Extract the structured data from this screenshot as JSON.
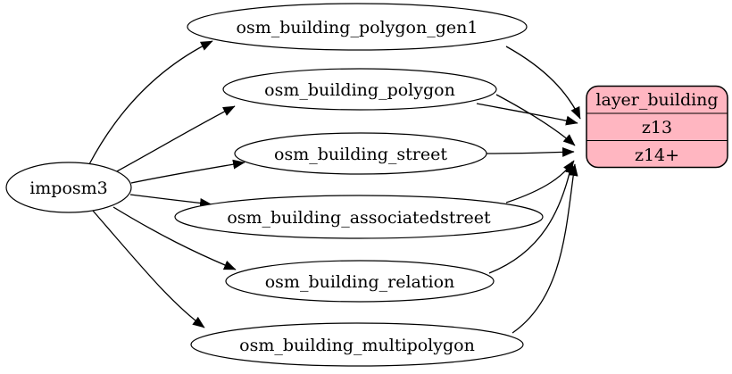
{
  "diagram": {
    "kind": "etl-graph",
    "background_color": "#ffffff",
    "edge_color": "#000000",
    "text_color": "#000000",
    "source": {
      "label": "imposm3"
    },
    "tables": [
      {
        "label": "osm_building_polygon_gen1"
      },
      {
        "label": "osm_building_polygon"
      },
      {
        "label": "osm_building_street"
      },
      {
        "label": "osm_building_associatedstreet"
      },
      {
        "label": "osm_building_relation"
      },
      {
        "label": "osm_building_multipolygon"
      }
    ],
    "layer": {
      "title": "layer_building",
      "rows": [
        {
          "label": "z13"
        },
        {
          "label": "z14+"
        }
      ],
      "fill_color": "#FFB6C1"
    },
    "edges": [
      {
        "from": "imposm3",
        "to": "osm_building_polygon_gen1"
      },
      {
        "from": "imposm3",
        "to": "osm_building_polygon"
      },
      {
        "from": "imposm3",
        "to": "osm_building_street"
      },
      {
        "from": "imposm3",
        "to": "osm_building_associatedstreet"
      },
      {
        "from": "imposm3",
        "to": "osm_building_relation"
      },
      {
        "from": "imposm3",
        "to": "osm_building_multipolygon"
      },
      {
        "from": "osm_building_polygon_gen1",
        "to": "layer_building:z13"
      },
      {
        "from": "osm_building_polygon",
        "to": "layer_building:z13"
      },
      {
        "from": "osm_building_polygon",
        "to": "layer_building:z14+"
      },
      {
        "from": "osm_building_street",
        "to": "layer_building:z14+"
      },
      {
        "from": "osm_building_associatedstreet",
        "to": "layer_building:z14+"
      },
      {
        "from": "osm_building_relation",
        "to": "layer_building:z14+"
      },
      {
        "from": "osm_building_multipolygon",
        "to": "layer_building:z14+"
      }
    ]
  }
}
